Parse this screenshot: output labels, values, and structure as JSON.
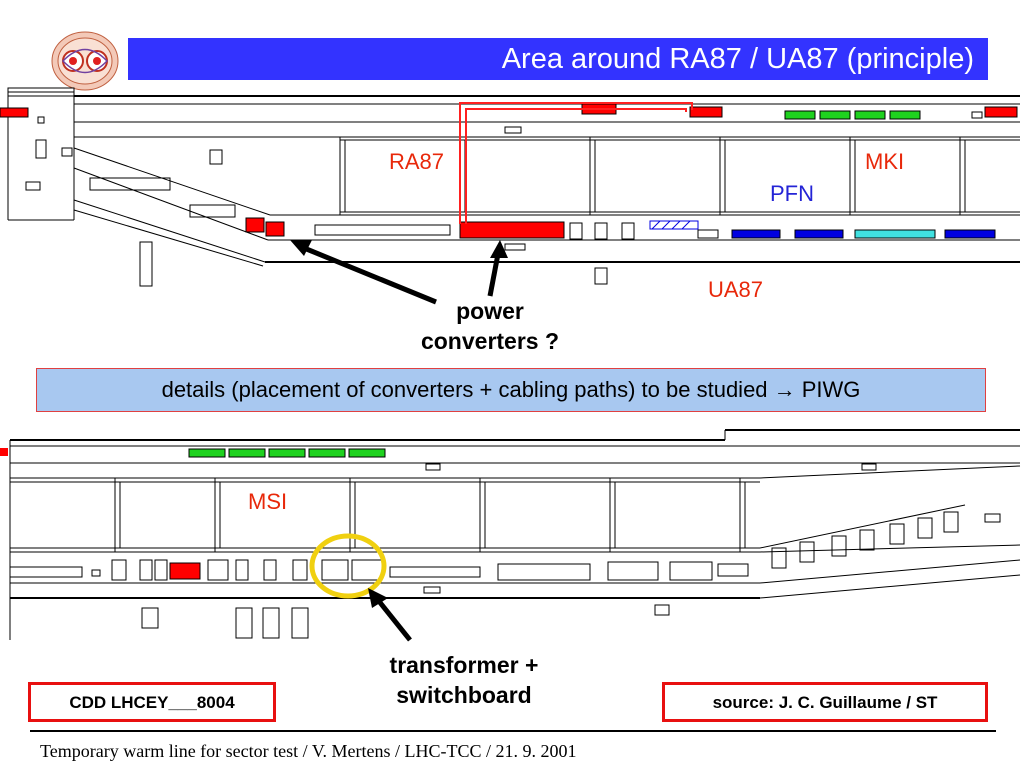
{
  "header": {
    "title": "Area around RA87 / UA87 (principle)",
    "logo_icon": "lhc-cross-section-icon"
  },
  "upper_diagram": {
    "labels": {
      "ra87": "RA87",
      "mki": "MKI",
      "pfn": "PFN",
      "ua87": "UA87"
    },
    "callout": {
      "line1": "power",
      "line2": "converters ?"
    }
  },
  "details": {
    "text": "details (placement of converters + cabling paths) to be studied → PIWG"
  },
  "lower_diagram": {
    "labels": {
      "msi": "MSI"
    },
    "callout": {
      "line1": "transformer +",
      "line2": "switchboard"
    }
  },
  "references": {
    "cdd": "CDD LHCEY___8004",
    "source": "source: J. C. Guillaume / ST"
  },
  "footer": {
    "text": "Temporary warm line for sector test / V. Mertens / LHC-TCC / 21. 9. 2001"
  },
  "colors": {
    "title_bar": "#3333ff",
    "label_red": "#e8280a",
    "label_blue": "#2424d6",
    "converter_red": "#ff0000",
    "magnet_green": "#1fd21f",
    "pfn_blue": "#0000e0",
    "pfn_cyan": "#40e0e0",
    "highlight_ring": "#f0d010",
    "details_box": "#a8c8f0"
  }
}
